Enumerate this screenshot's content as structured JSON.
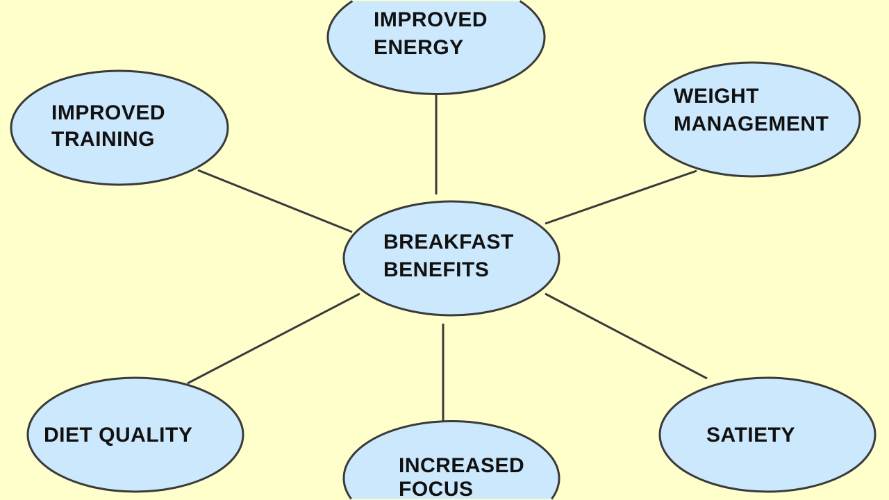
{
  "colors": {
    "background": "#FFFFCC",
    "node_fill": "#CCE8FC",
    "stroke": "#3a3a3a"
  },
  "center": {
    "lines": [
      "BREAKFAST",
      "BENEFITS"
    ]
  },
  "nodes": [
    {
      "id": "improved-energy",
      "lines": [
        "IMPROVED",
        "ENERGY"
      ]
    },
    {
      "id": "improved-training",
      "lines": [
        "IMPROVED",
        "TRAINING"
      ]
    },
    {
      "id": "weight-management",
      "lines": [
        "WEIGHT",
        "MANAGEMENT"
      ]
    },
    {
      "id": "diet-quality",
      "lines": [
        "DIET QUALITY"
      ]
    },
    {
      "id": "increased-focus",
      "lines": [
        "INCREASED",
        "FOCUS"
      ]
    },
    {
      "id": "satiety",
      "lines": [
        "SATIETY"
      ]
    }
  ]
}
